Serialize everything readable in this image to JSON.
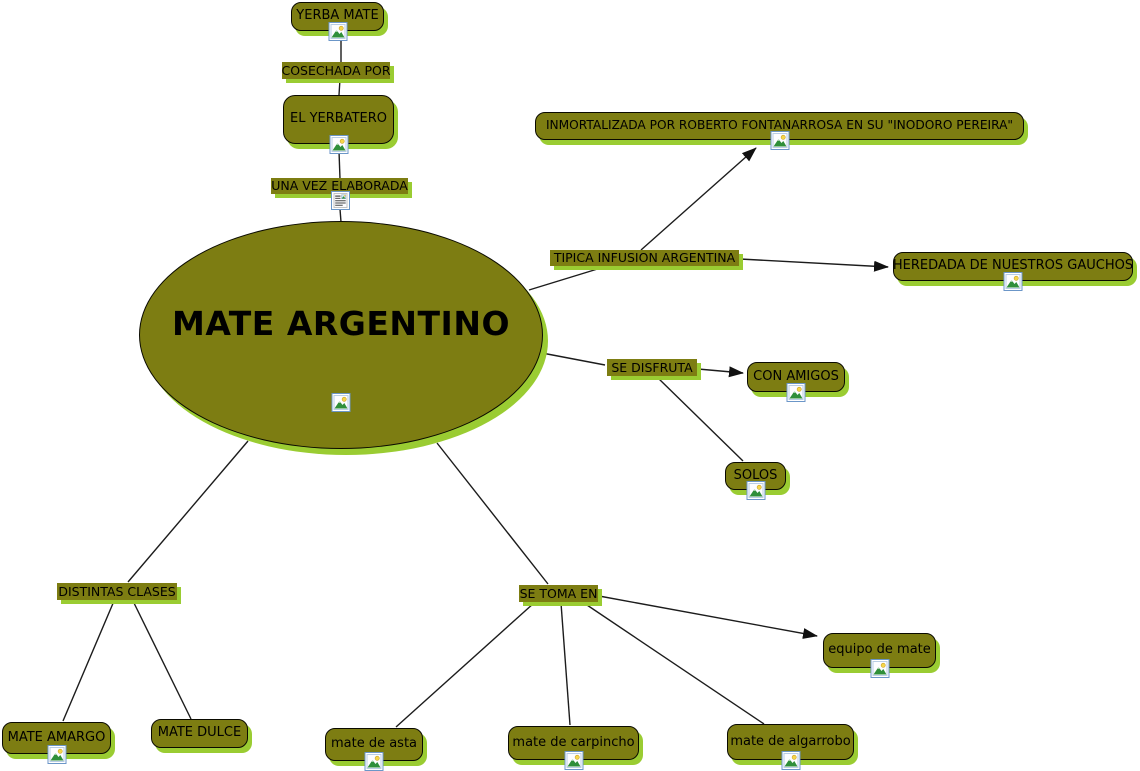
{
  "diagram": {
    "type": "concept-map",
    "root": "MATE ARGENTINO",
    "colors": {
      "background": "#ffffff",
      "node_fill": "#7d7d12",
      "node_border": "#0a0a00",
      "shadow": "#9acc32",
      "text": "#000000",
      "line": "#1c1c1c"
    },
    "nodes": {
      "yerba_mate": "YERBA MATE",
      "el_yerbatero": "EL YERBATERO",
      "mate_argentino": "MATE ARGENTINO",
      "inmortalizada": "INMORTALIZADA POR ROBERTO FONTANARROSA EN SU \"INODORO PEREIRA\"",
      "heredada": "HEREDADA DE NUESTROS GAUCHOS",
      "con_amigos": "CON AMIGOS",
      "solos": "SOLOS",
      "mate_amargo": "MATE AMARGO",
      "mate_dulce": "MATE DULCE",
      "equipo_de_mate": "equipo de mate",
      "mate_de_asta": "mate de asta",
      "mate_de_carpincho": "mate de carpincho",
      "mate_de_algarrobo": "mate de algarrobo"
    },
    "phrases": {
      "cosechada_por": "COSECHADA POR",
      "una_vez_elaborada": "UNA VEZ ELABORADA",
      "tipica_infusion": "TIPICA INFUSION ARGENTINA",
      "se_disfruta": "SE DISFRUTA",
      "distintas_clases": "DISTINTAS CLASES",
      "se_toma_en": "SE TOMA EN"
    },
    "connections": [
      {
        "from": "YERBA MATE",
        "phrase": "COSECHADA POR",
        "to": "EL YERBATERO"
      },
      {
        "from": "EL YERBATERO",
        "phrase": "UNA VEZ ELABORADA",
        "to": "MATE ARGENTINO"
      },
      {
        "from": "MATE ARGENTINO",
        "phrase": "TIPICA INFUSION ARGENTINA",
        "to": "INMORTALIZADA POR ROBERTO FONTANARROSA EN SU \"INODORO PEREIRA\"",
        "arrow": true
      },
      {
        "from": "MATE ARGENTINO",
        "phrase": "TIPICA INFUSION ARGENTINA",
        "to": "HEREDADA DE NUESTROS GAUCHOS",
        "arrow": true
      },
      {
        "from": "MATE ARGENTINO",
        "phrase": "SE DISFRUTA",
        "to": "CON AMIGOS",
        "arrow": true
      },
      {
        "from": "MATE ARGENTINO",
        "phrase": "SE DISFRUTA",
        "to": "SOLOS",
        "arrow": false
      },
      {
        "from": "MATE ARGENTINO",
        "phrase": "DISTINTAS CLASES",
        "to": "MATE AMARGO",
        "arrow": false
      },
      {
        "from": "MATE ARGENTINO",
        "phrase": "DISTINTAS CLASES",
        "to": "MATE DULCE",
        "arrow": false
      },
      {
        "from": "MATE ARGENTINO",
        "phrase": "SE TOMA EN",
        "to": "equipo de mate",
        "arrow": true
      },
      {
        "from": "MATE ARGENTINO",
        "phrase": "SE TOMA EN",
        "to": "mate de asta",
        "arrow": false
      },
      {
        "from": "MATE ARGENTINO",
        "phrase": "SE TOMA EN",
        "to": "mate de carpincho",
        "arrow": false
      },
      {
        "from": "MATE ARGENTINO",
        "phrase": "SE TOMA EN",
        "to": "mate de algarrobo",
        "arrow": false
      }
    ]
  }
}
